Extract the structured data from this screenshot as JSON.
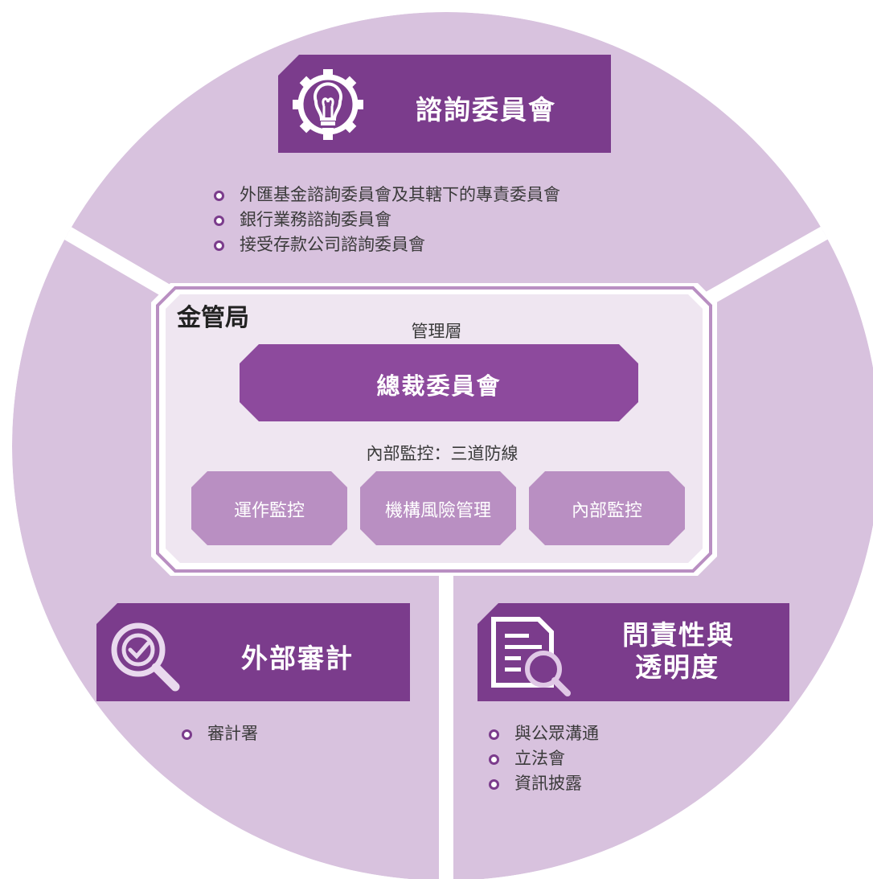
{
  "colors": {
    "outer_circle": "#d8c2de",
    "header_fill": "#7b3c8c",
    "center_panel": "#efe6f1",
    "center_border": "#b98fc2",
    "executive_fill": "#8d4a9d",
    "sub_box_fill": "#b98fc2",
    "bullet_ring": "#7b3c8c"
  },
  "advisory": {
    "icon": "lightbulb-gear-icon",
    "title": "諮詢委員會",
    "items": [
      "外匯基金諮詢委員會及其轄下的專責委員會",
      "銀行業務諮詢委員會",
      "接受存款公司諮詢委員會"
    ]
  },
  "center": {
    "org": "金管局",
    "mgmt_label": "管理層",
    "executive": "總裁委員會",
    "internal_label": "內部監控：三道防線",
    "boxes": [
      "運作監控",
      "機構風險管理",
      "內部監控"
    ]
  },
  "audit": {
    "icon": "magnifier-check-icon",
    "title": "外部審計",
    "items": [
      "審計署"
    ]
  },
  "accountability": {
    "icon": "document-search-icon",
    "title_line1": "問責性與",
    "title_line2": "透明度",
    "items": [
      "與公眾溝通",
      "立法會",
      "資訊披露"
    ]
  }
}
